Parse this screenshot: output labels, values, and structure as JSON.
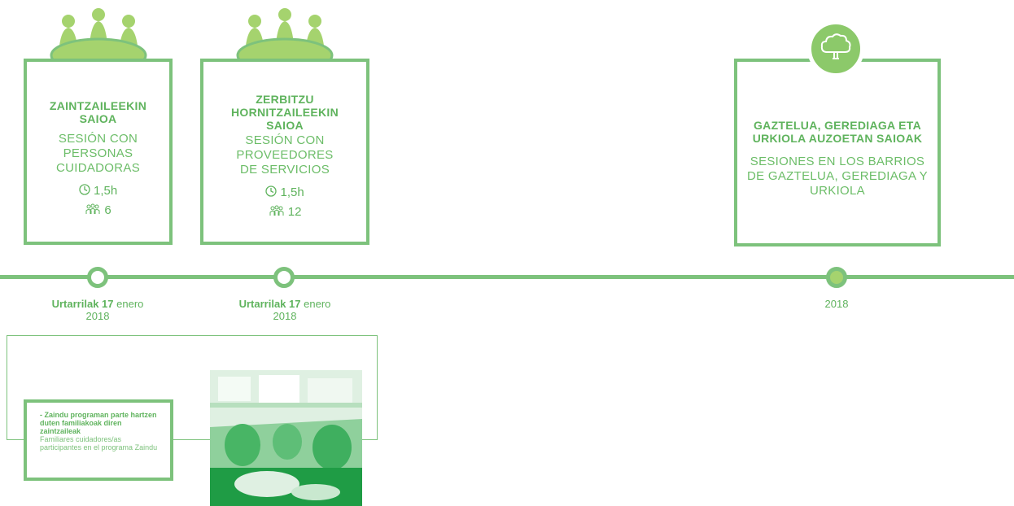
{
  "colors": {
    "accent": "#7dc27c",
    "accent_dark": "#5fb35d",
    "photo": "#23a34a"
  },
  "events": [
    {
      "title": "ZAINTZAILEEKIN SAIOA",
      "subtitle": "SESIÓN CON PERSONAS CUIDADORAS",
      "duration": "1,5h",
      "participants": "6",
      "date_bold": "Urtarrilak 17",
      "date_rest": "enero",
      "year": "2018"
    },
    {
      "title": "ZERBITZU HORNITZAILEEKIN SAIOA",
      "subtitle": "SESIÓN CON PROVEEDORES DE SERVICIOS",
      "duration": "1,5h",
      "participants": "12",
      "date_bold": "Urtarrilak 17",
      "date_rest": "enero",
      "year": "2018"
    },
    {
      "title": "GAZTELUA, GEREDIAGA ETA URKIOLA AUZOETAN SAIOAK",
      "subtitle": "SESIONES EN LOS BARRIOS DE GAZTELUA, GEREDIAGA Y URKIOLA",
      "year": "2018"
    }
  ],
  "note": {
    "bold": "- Zaindu programan parte hartzen duten familiakoak diren zaintzaileak",
    "text": "Familiares cuidadores/as participantes en el programa Zaindu"
  },
  "icons": [
    "people-group-icon",
    "clock-icon",
    "persons-icon",
    "tree-icon"
  ]
}
